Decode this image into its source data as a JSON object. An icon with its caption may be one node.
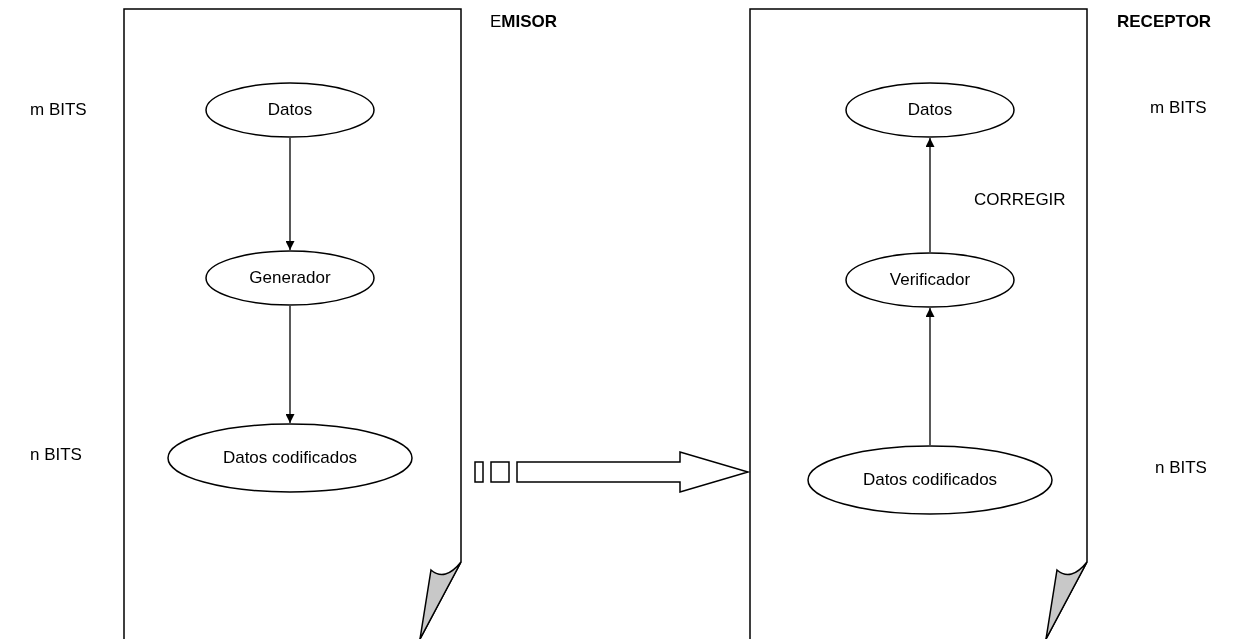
{
  "diagram": {
    "nodes": [
      {
        "text": [
          "E**MISOR**"
        ]
      },
      {
        "text": [
          "Datos"
        ],
        "in": 0
      },
      {
        "text": [
          "Generador"
        ],
        "in": 0
      },
      {
        "text": [
          "Datos codificados"
        ],
        "in": 0
      },
      {
        "text": [
          "**RECEPTOR**"
        ]
      },
      {
        "text": [
          "Datos"
        ],
        "in": 4
      },
      {
        "text": [
          "Verificador"
        ],
        "in": 4
      },
      {
        "text": [
          "Datos codificados"
        ],
        "in": 4
      }
    ],
    "edges": [
      {
        "from": 1,
        "to": 2,
        "arrow": "to"
      },
      {
        "from": 2,
        "to": 3,
        "arrow": "to"
      },
      {
        "from": 0,
        "to": 4,
        "arrow": "to",
        "style": "thick"
      },
      {
        "from": 7,
        "to": 6,
        "arrow": "to"
      },
      {
        "from": 6,
        "to": 5,
        "arrow": "to",
        "label": "CORREGIR"
      }
    ],
    "labels": [
      "m BITS",
      "n BITS",
      "m BITS",
      "n BITS"
    ]
  }
}
